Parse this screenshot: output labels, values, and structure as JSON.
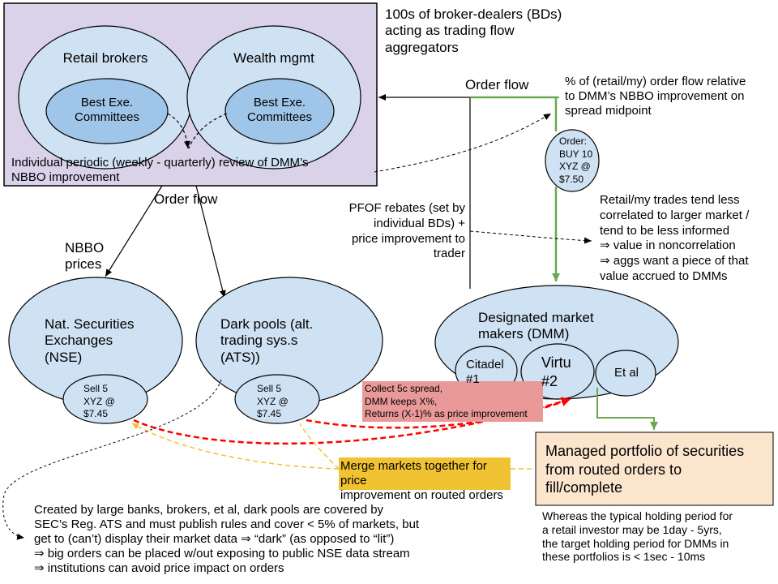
{
  "header_note": {
    "line1": "100s of broker-dealers (BDs)",
    "line2": "acting as trading flow",
    "line3": "aggregators"
  },
  "broker_box": {
    "retail_label": "Retail brokers",
    "wealth_label": "Wealth mgmt",
    "best_exe_1": {
      "line1": "Best Exe.",
      "line2": "Committees"
    },
    "best_exe_2": {
      "line1": "Best Exe.",
      "line2": "Committees"
    },
    "review_line1": "Individual periodic (weekly - quarterly) review of DMM’s",
    "review_line2": "NBBO improvement"
  },
  "order_flow_left": "Order flow",
  "order_flow_top": "Order flow",
  "nbbo_prices": {
    "line1": "NBBO",
    "line2": "prices"
  },
  "pct_note": {
    "line1": "% of (retail/my) order flow relative",
    "line2": "to DMM’s NBBO improvement on",
    "line3": "spread midpoint"
  },
  "order_bubble": {
    "line1": "Order:",
    "line2": "BUY 10",
    "line3": "XYZ @",
    "line4": "$7.50"
  },
  "pfof_note": {
    "line1": "PFOF rebates (set by",
    "line2": "individual BDs) +",
    "line3": "price improvement to",
    "line4": "trader"
  },
  "retail_note": {
    "line1": "Retail/my trades tend less",
    "line2": "correlated to larger market /",
    "line3": "tend to be less informed",
    "line4": "⇒ value in noncorrelation",
    "line5": "⇒ aggs want a piece of that",
    "line6": "value accrued to DMMs"
  },
  "nse": {
    "line1": "Nat. Securities",
    "line2": "Exchanges",
    "line3": "(NSE)"
  },
  "dark_pools": {
    "line1": "Dark pools (alt.",
    "line2": "trading sys.s",
    "line3": "(ATS))"
  },
  "sell_nse": {
    "line1": "Sell 5",
    "line2": "XYZ @",
    "line3": "$7.45"
  },
  "sell_ats": {
    "line1": "Sell 5",
    "line2": "XYZ @",
    "line3": "$7.45"
  },
  "dmm": {
    "line1": "Designated market",
    "line2": "makers (DMM)",
    "citadel_line1": "Citadel",
    "citadel_line2": "#1",
    "virtu_line1": "Virtu",
    "virtu_line2": "#2",
    "etal": "Et al"
  },
  "collect_note": {
    "line1": "Collect 5c spread,",
    "line2": "DMM keeps X%,",
    "line3": "Returns (X-1)% as price improvement"
  },
  "merge_note": {
    "line1": "Merge markets together for price",
    "line2": "improvement on routed orders"
  },
  "portfolio": {
    "line1": "Managed portfolio of securities",
    "line2": "from routed orders to",
    "line3": "fill/complete"
  },
  "holding_note": {
    "line1": "Whereas the typical holding period for",
    "line2": "a retail investor may be 1day - 5yrs,",
    "line3": "the target holding period for DMMs in",
    "line4": "these portfolios is < 1sec - 10ms"
  },
  "dark_pool_note": {
    "line1": "Created by large banks, brokers, et al, dark pools are covered by",
    "line2": "SEC’s Reg. ATS and must publish rules and cover < 5% of markets, but",
    "line3": "get to (can’t) display their market data ⇒ “dark” (as opposed to “lit”)",
    "line4": "⇒ big orders can be placed w/out exposing to public NSE data stream",
    "line5": "⇒ institutions can avoid price impact on orders"
  },
  "colors": {
    "broker_box_fill": "#d9d2e9",
    "ellipse_fill": "#cfe2f3",
    "inner_ellipse_fill": "#9fc5e8",
    "green_arrow": "#6aa84f",
    "red_arrow": "#ff0000",
    "yellow_arrow": "#f1c232",
    "collect_fill": "#ea9999",
    "merge_fill": "#f1c232",
    "portfolio_fill": "#fce5cd"
  }
}
